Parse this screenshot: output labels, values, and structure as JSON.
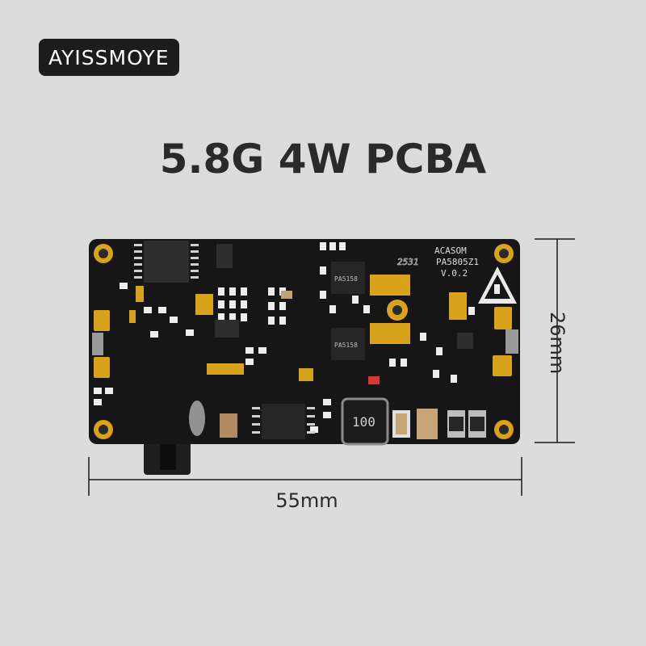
{
  "brand": "AYISSMOYE",
  "title": "5.8G 4W PCBA",
  "dimensions": {
    "width": "55mm",
    "height": "26mm"
  },
  "board_silkscreen": {
    "maker": "ACASOM",
    "model": "PA5805Z1",
    "version": "V.0.2",
    "code": "2531",
    "chip_label": "PA5158",
    "inductor_label": "100"
  },
  "colors": {
    "background": "#dcdcdc",
    "pcb": "#161616",
    "gold_pad": "#d9a21b",
    "badge": "#1c1c1c",
    "text": "#2a2a2a"
  }
}
